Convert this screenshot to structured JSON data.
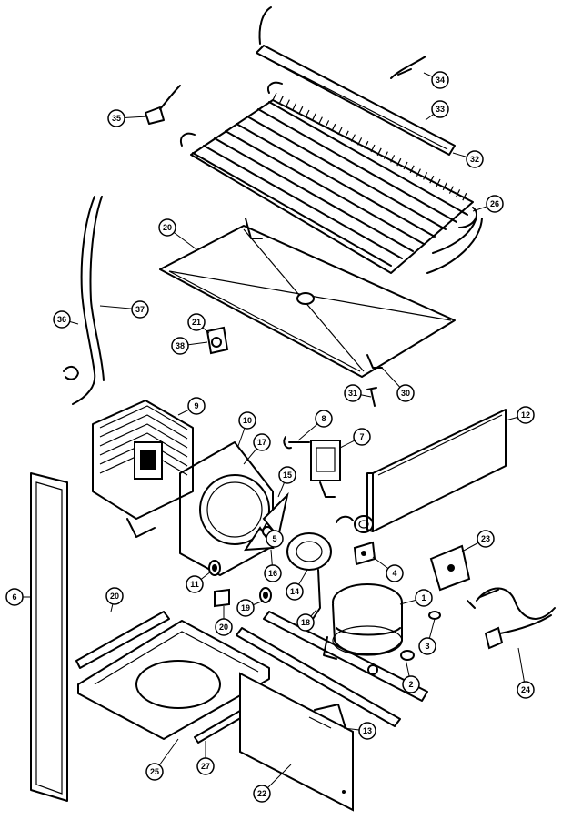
{
  "diagram": {
    "type": "exploded-parts-diagram",
    "callouts": [
      {
        "label": "1"
      },
      {
        "label": "2"
      },
      {
        "label": "3"
      },
      {
        "label": "4"
      },
      {
        "label": "5"
      },
      {
        "label": "6"
      },
      {
        "label": "7"
      },
      {
        "label": "8"
      },
      {
        "label": "9"
      },
      {
        "label": "10"
      },
      {
        "label": "11"
      },
      {
        "label": "12"
      },
      {
        "label": "13"
      },
      {
        "label": "14"
      },
      {
        "label": "15"
      },
      {
        "label": "16"
      },
      {
        "label": "17"
      },
      {
        "label": "18"
      },
      {
        "label": "19"
      },
      {
        "label": "20"
      },
      {
        "label": "20"
      },
      {
        "label": "20"
      },
      {
        "label": "21"
      },
      {
        "label": "22"
      },
      {
        "label": "23"
      },
      {
        "label": "24"
      },
      {
        "label": "25"
      },
      {
        "label": "26"
      },
      {
        "label": "27"
      },
      {
        "label": "30"
      },
      {
        "label": "31"
      },
      {
        "label": "32"
      },
      {
        "label": "33"
      },
      {
        "label": "34"
      },
      {
        "label": "35"
      },
      {
        "label": "36"
      },
      {
        "label": "37"
      },
      {
        "label": "38"
      }
    ]
  }
}
